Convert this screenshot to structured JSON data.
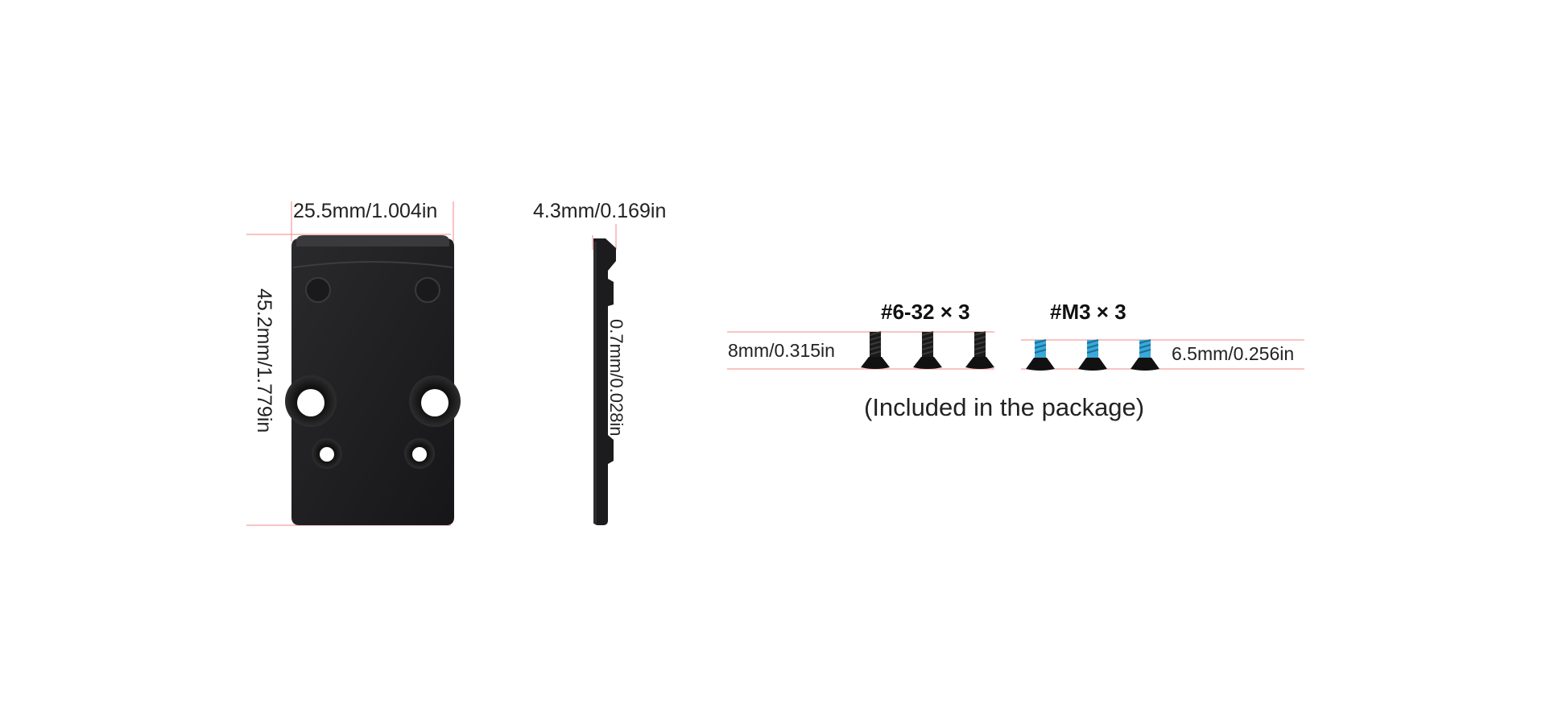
{
  "dimensions": {
    "plate_width": "25.5mm/1.004in",
    "plate_height": "45.2mm/1.779in",
    "plate_thickness": "4.3mm/0.169in",
    "recess_depth": "0.7mm/0.028in",
    "screw_length_a": "8mm/0.315in",
    "screw_length_b": "6.5mm/0.256in"
  },
  "screws": {
    "set_a_label": "#6-32 × 3",
    "set_b_label": "#M3 × 3",
    "set_a_count": 3,
    "set_b_count": 3,
    "set_b_thread_color": "#3aa8d8"
  },
  "caption": "(Included in the package)",
  "colors": {
    "guide_line": "#f08a8a",
    "plate": "#1c1c1e",
    "plate_edge": "#2c2c2e"
  }
}
